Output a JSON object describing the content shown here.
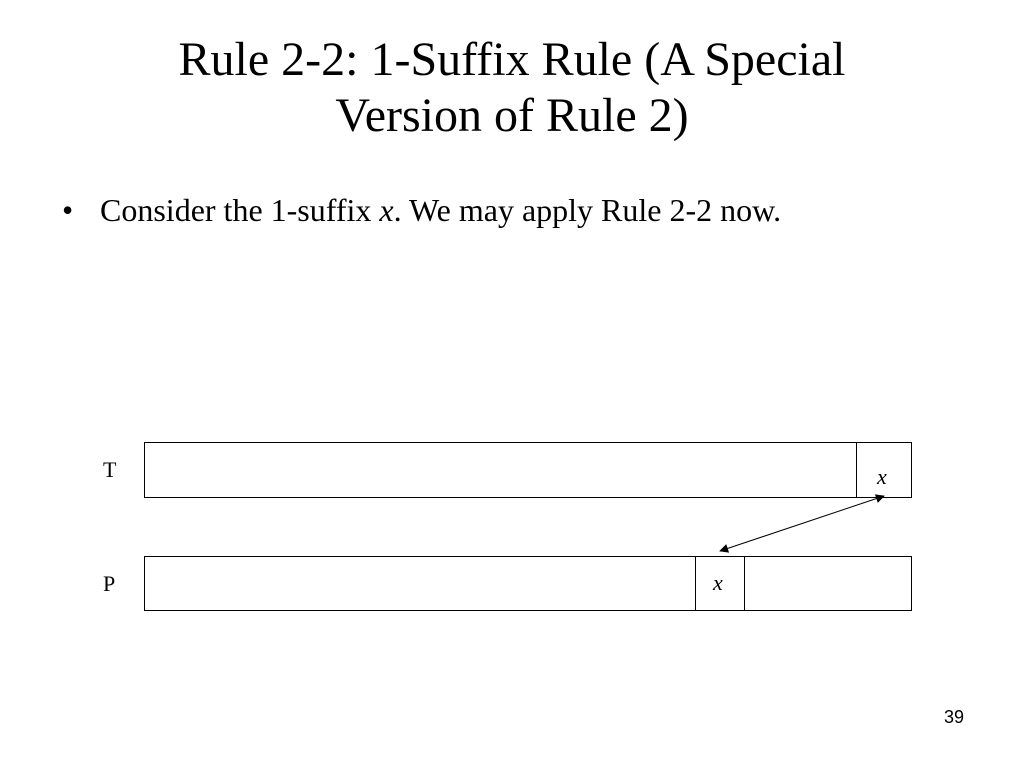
{
  "slide": {
    "title_line1": "Rule 2-2: 1-Suffix Rule (A Special",
    "title_line2": "Version of Rule 2)",
    "bullet": {
      "mark": "•",
      "text_before": "Consider the 1-suffix ",
      "italic_var": "x",
      "text_after": ".  We may apply Rule 2-2 now."
    },
    "page_number": "39"
  },
  "diagram": {
    "t_label": "T",
    "p_label": "P",
    "t_cell_label": "x",
    "p_cell_label": "x"
  }
}
